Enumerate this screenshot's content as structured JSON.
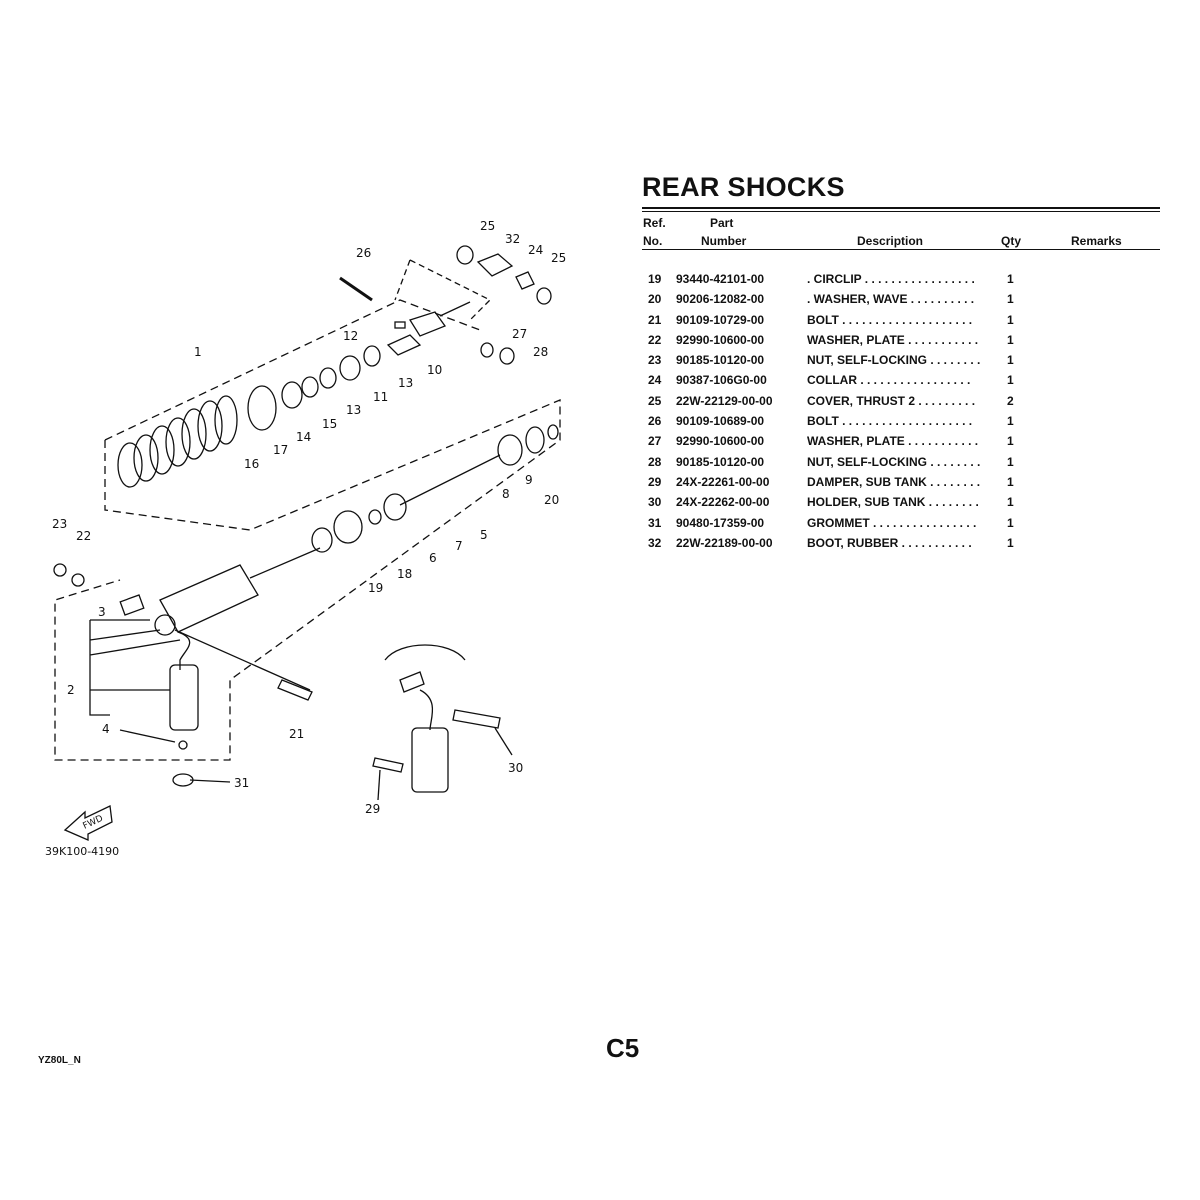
{
  "title": "REAR SHOCKS",
  "table": {
    "headers": {
      "ref_top": "Ref.",
      "ref_bottom": "No.",
      "part_top": "Part",
      "part_bottom": "Number",
      "description": "Description",
      "qty": "Qty",
      "remarks": "Remarks"
    },
    "rows": [
      {
        "ref": "19",
        "part": "93440-42101-00",
        "desc": ". CIRCLIP . . . . . . . . . . . . . . . . .",
        "qty": "1"
      },
      {
        "ref": "20",
        "part": "90206-12082-00",
        "desc": ". WASHER, WAVE  . . . . . . . . . .",
        "qty": "1"
      },
      {
        "ref": "21",
        "part": "90109-10729-00",
        "desc": "BOLT  . . . . . . . . . . . . . . . . . . . .",
        "qty": "1"
      },
      {
        "ref": "22",
        "part": "92990-10600-00",
        "desc": "WASHER, PLATE . . . . . . . . . . .",
        "qty": "1"
      },
      {
        "ref": "23",
        "part": "90185-10120-00",
        "desc": "NUT, SELF-LOCKING  . . . . . . . .",
        "qty": "1"
      },
      {
        "ref": "24",
        "part": "90387-106G0-00",
        "desc": "COLLAR  . . . . . . . . . . . . . . . . .",
        "qty": "1"
      },
      {
        "ref": "25",
        "part": "22W-22129-00-00",
        "desc": "COVER, THRUST 2  . . . . . . . . .",
        "qty": "2"
      },
      {
        "ref": "26",
        "part": "90109-10689-00",
        "desc": "BOLT  . . . . . . . . . . . . . . . . . . . .",
        "qty": "1"
      },
      {
        "ref": "27",
        "part": "92990-10600-00",
        "desc": "WASHER, PLATE . . . . . . . . . . .",
        "qty": "1"
      },
      {
        "ref": "28",
        "part": "90185-10120-00",
        "desc": "NUT, SELF-LOCKING  . . . . . . . .",
        "qty": "1"
      },
      {
        "ref": "29",
        "part": "24X-22261-00-00",
        "desc": "DAMPER, SUB TANK  . . . . . . . .",
        "qty": "1"
      },
      {
        "ref": "30",
        "part": "24X-22262-00-00",
        "desc": "HOLDER, SUB TANK  . . . . . . . .",
        "qty": "1"
      },
      {
        "ref": "31",
        "part": "90480-17359-00",
        "desc": "GROMMET  . . . . . . . . . . . . . . . .",
        "qty": "1"
      },
      {
        "ref": "32",
        "part": "22W-22189-00-00",
        "desc": "BOOT, RUBBER  . . . . . . . . . . .",
        "qty": "1"
      }
    ]
  },
  "diagram": {
    "code": "39K100-4190",
    "fwd": "FWD",
    "callouts": [
      "25",
      "32",
      "26",
      "24",
      "25",
      "1",
      "12",
      "27",
      "28",
      "10",
      "13",
      "11",
      "13",
      "15",
      "14",
      "17",
      "16",
      "20",
      "9",
      "8",
      "5",
      "7",
      "6",
      "18",
      "19",
      "23",
      "22",
      "3",
      "2",
      "4",
      "21",
      "31",
      "30",
      "29"
    ]
  },
  "footer": {
    "model": "YZ80L_N",
    "page": "C5"
  }
}
